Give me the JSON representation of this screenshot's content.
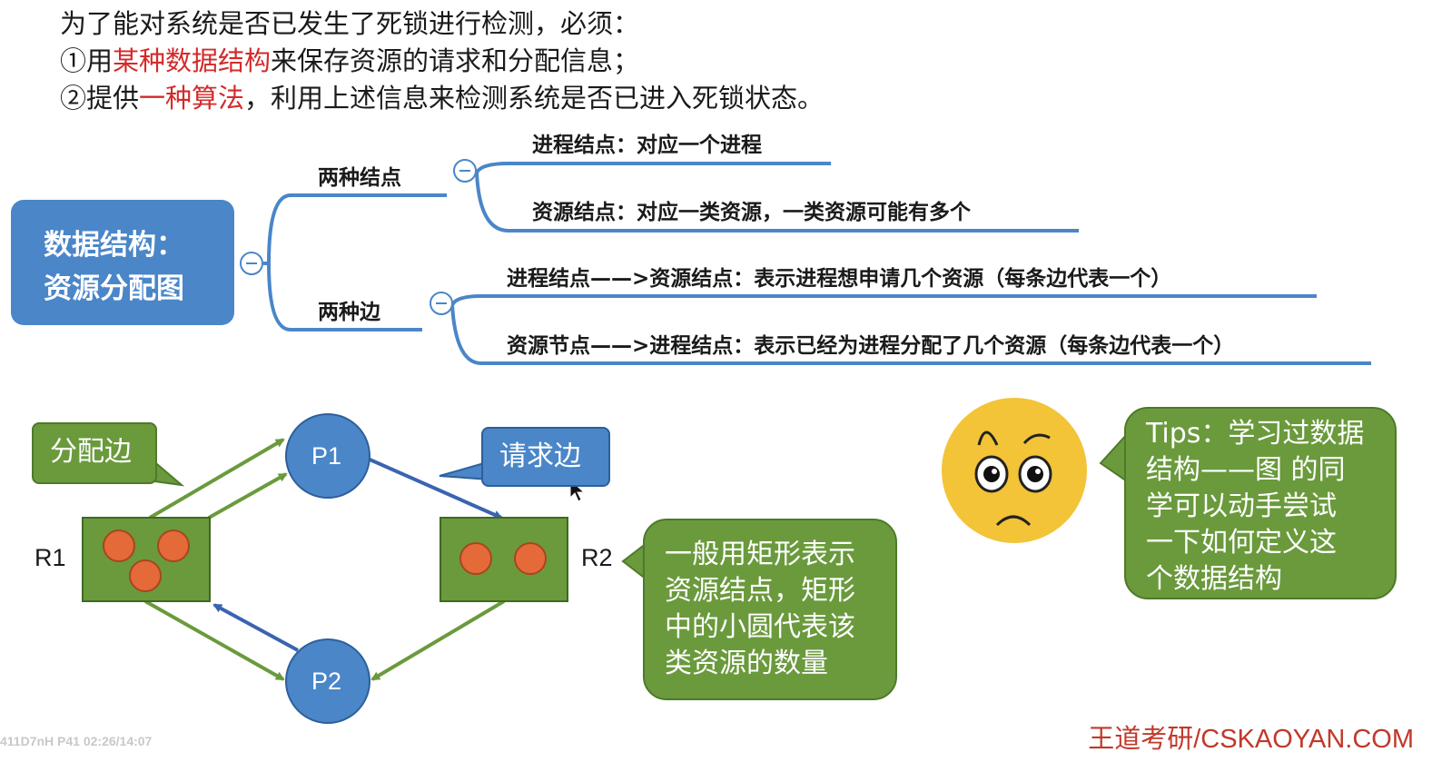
{
  "intro": {
    "line1": "为了能对系统是否已发生了死锁进行检测，必须：",
    "line2_a": "①用",
    "line2_red": "某种数据结构",
    "line2_b": "来保存资源的请求和分配信息；",
    "line3_a": "②提供",
    "line3_red": "一种算法",
    "line3_b": "，利用上述信息来检测系统是否已进入死锁状态。"
  },
  "mindmap": {
    "root_line1": "数据结构：",
    "root_line2": "资源分配图",
    "branch_nodes": "两种结点",
    "node_process": "进程结点：对应一个进程",
    "node_resource": "资源结点：对应一类资源，一类资源可能有多个",
    "branch_edges": "两种边",
    "edge_request": "进程结点——>资源结点：表示进程想申请几个资源（每条边代表一个）",
    "edge_assign": "资源节点——>进程结点：表示已经为进程分配了几个资源（每条边代表一个）",
    "collapse_icon": "minus-circle-icon"
  },
  "graph": {
    "r1": "R1",
    "r2": "R2",
    "p1": "P1",
    "p2": "P2",
    "assign_callout": "分配边",
    "request_callout": "请求边",
    "rect_note_l1": "一般用矩形表示",
    "rect_note_l2": "资源结点，矩形",
    "rect_note_l3": "中的小圆代表该",
    "rect_note_l4": "类资源的数量",
    "colors": {
      "process": "#4a86c8",
      "resource": "#6a9a3c",
      "instance": "#e46a3a",
      "assign_edge": "#6a9a3c",
      "request_edge": "#3a64b0"
    }
  },
  "tips": {
    "l1": "Tips：学习过数据",
    "l2": "结构——图 的同",
    "l3": "学可以动手尝试",
    "l4": "一下如何定义这",
    "l5": "个数据结构",
    "face_icon": "worried-face-icon"
  },
  "watermark": "411D7nH P41 02:26/14:07",
  "brand": "王道考研/CSKAOYAN.COM"
}
